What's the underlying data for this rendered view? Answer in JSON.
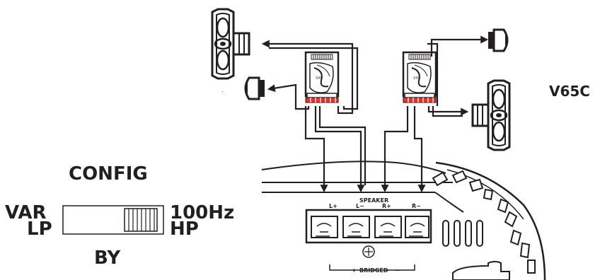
{
  "model": "V65C",
  "config": {
    "title": "CONFIG",
    "left_top": "VAR",
    "left_bottom": "LP",
    "right_top": "100Hz",
    "right_bottom": "HP",
    "bottom": "BY"
  },
  "speaker_block": {
    "title": "SPEAKER",
    "terminals": [
      "L+",
      "L−",
      "R+",
      "R−"
    ],
    "bridged_label": "BRIDGED",
    "bridged_plus": "+",
    "bridged_minus": "−"
  },
  "icons": [
    "woofer-icon",
    "tweeter-icon",
    "crossover-icon",
    "arrow-icon",
    "ground-icon"
  ],
  "colors": {
    "ink": "#231f20",
    "terminal_red": "#e8332a"
  }
}
